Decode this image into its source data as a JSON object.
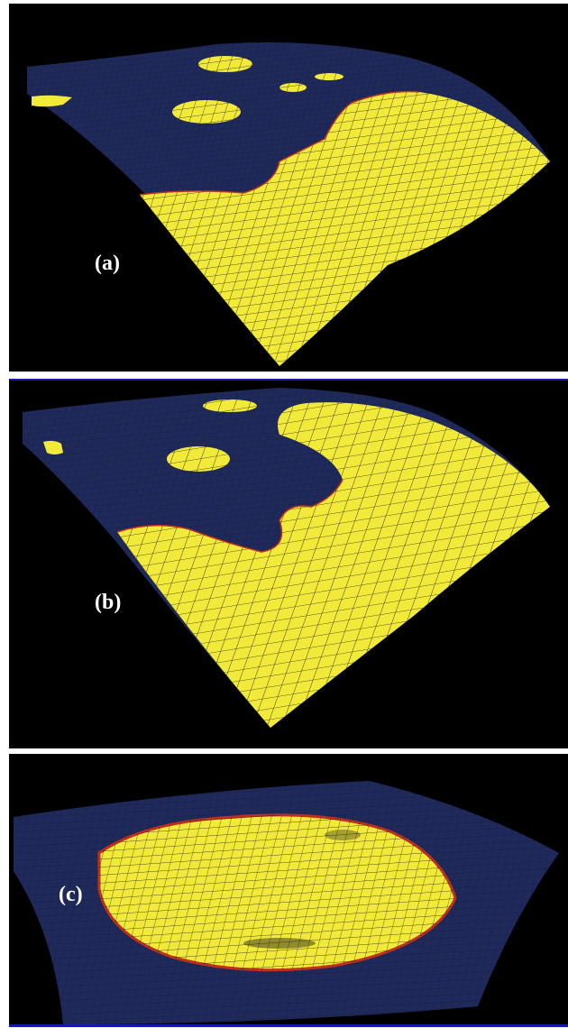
{
  "panels": [
    {
      "id": "a",
      "label": "(a)"
    },
    {
      "id": "b",
      "label": "(b)"
    },
    {
      "id": "c",
      "label": "(c)"
    }
  ],
  "colors": {
    "background": "#000000",
    "surface_navy": "#1f2a5a",
    "region_yellow": "#f2ea3a",
    "mesh_line": "#111111",
    "boundary_red": "#c0301a",
    "frame_blue": "#1a1aa8"
  }
}
